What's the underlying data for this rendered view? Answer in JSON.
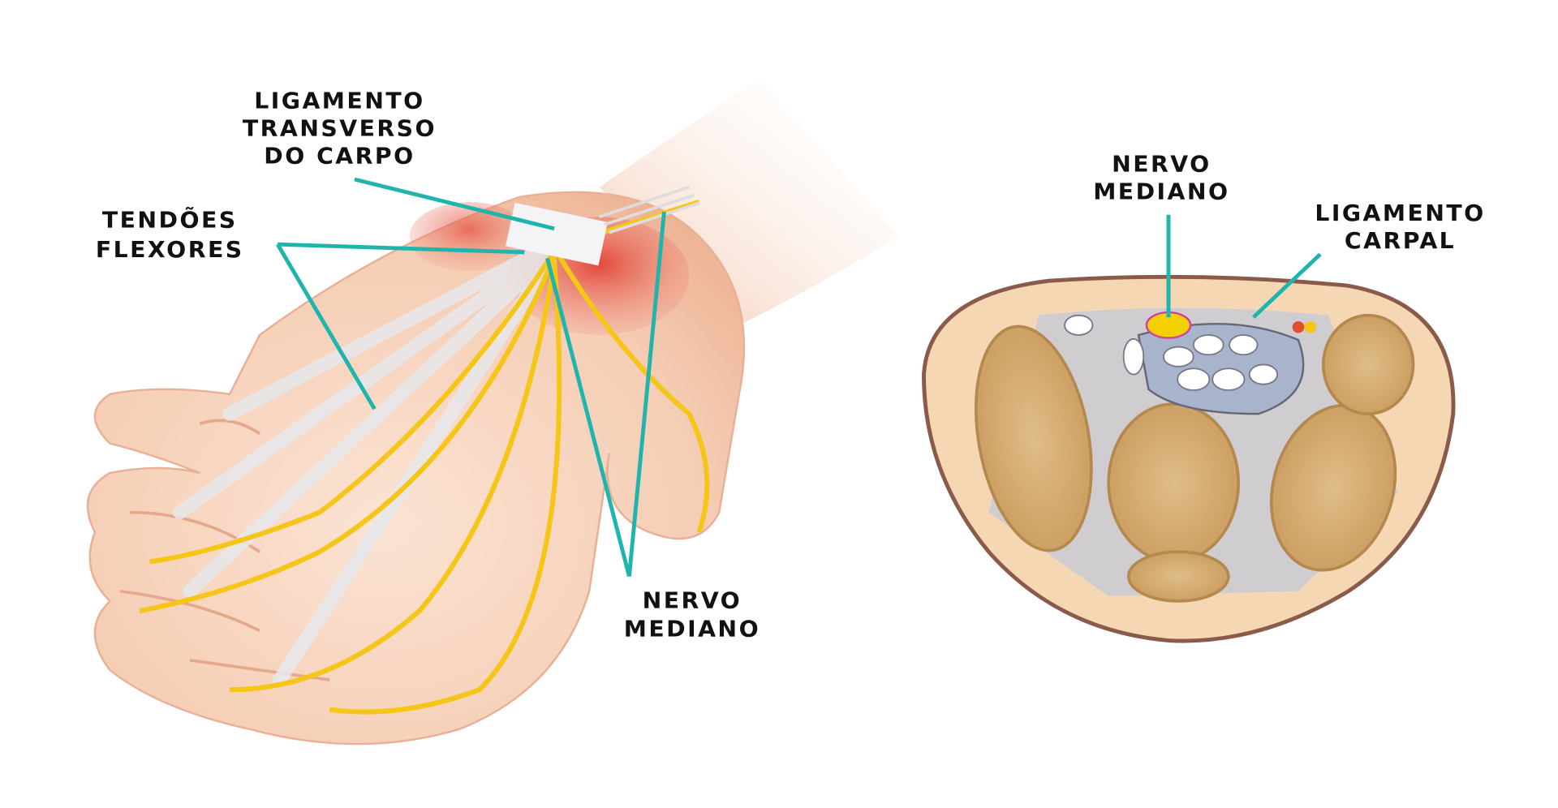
{
  "hand_illustration": {
    "labels": {
      "transverse_ligament": [
        "LIGAMENTO",
        "TRANSVERSO",
        "DO CARPO"
      ],
      "flexor_tendons": [
        "TENDÕES",
        "FLEXORES"
      ],
      "median_nerve": [
        "NERVO",
        "MEDIANO"
      ]
    }
  },
  "cross_section": {
    "labels": {
      "median_nerve": [
        "NERVO",
        "MEDIANO"
      ],
      "carpal_ligament": [
        "LIGAMENTO",
        "CARPAL"
      ]
    }
  },
  "colors": {
    "leader_line": "#1fb5ad",
    "nerve": "#f5c518",
    "skin": "#f6d2bc",
    "bone": "#d9b27a",
    "muscle": "#e2483a"
  }
}
